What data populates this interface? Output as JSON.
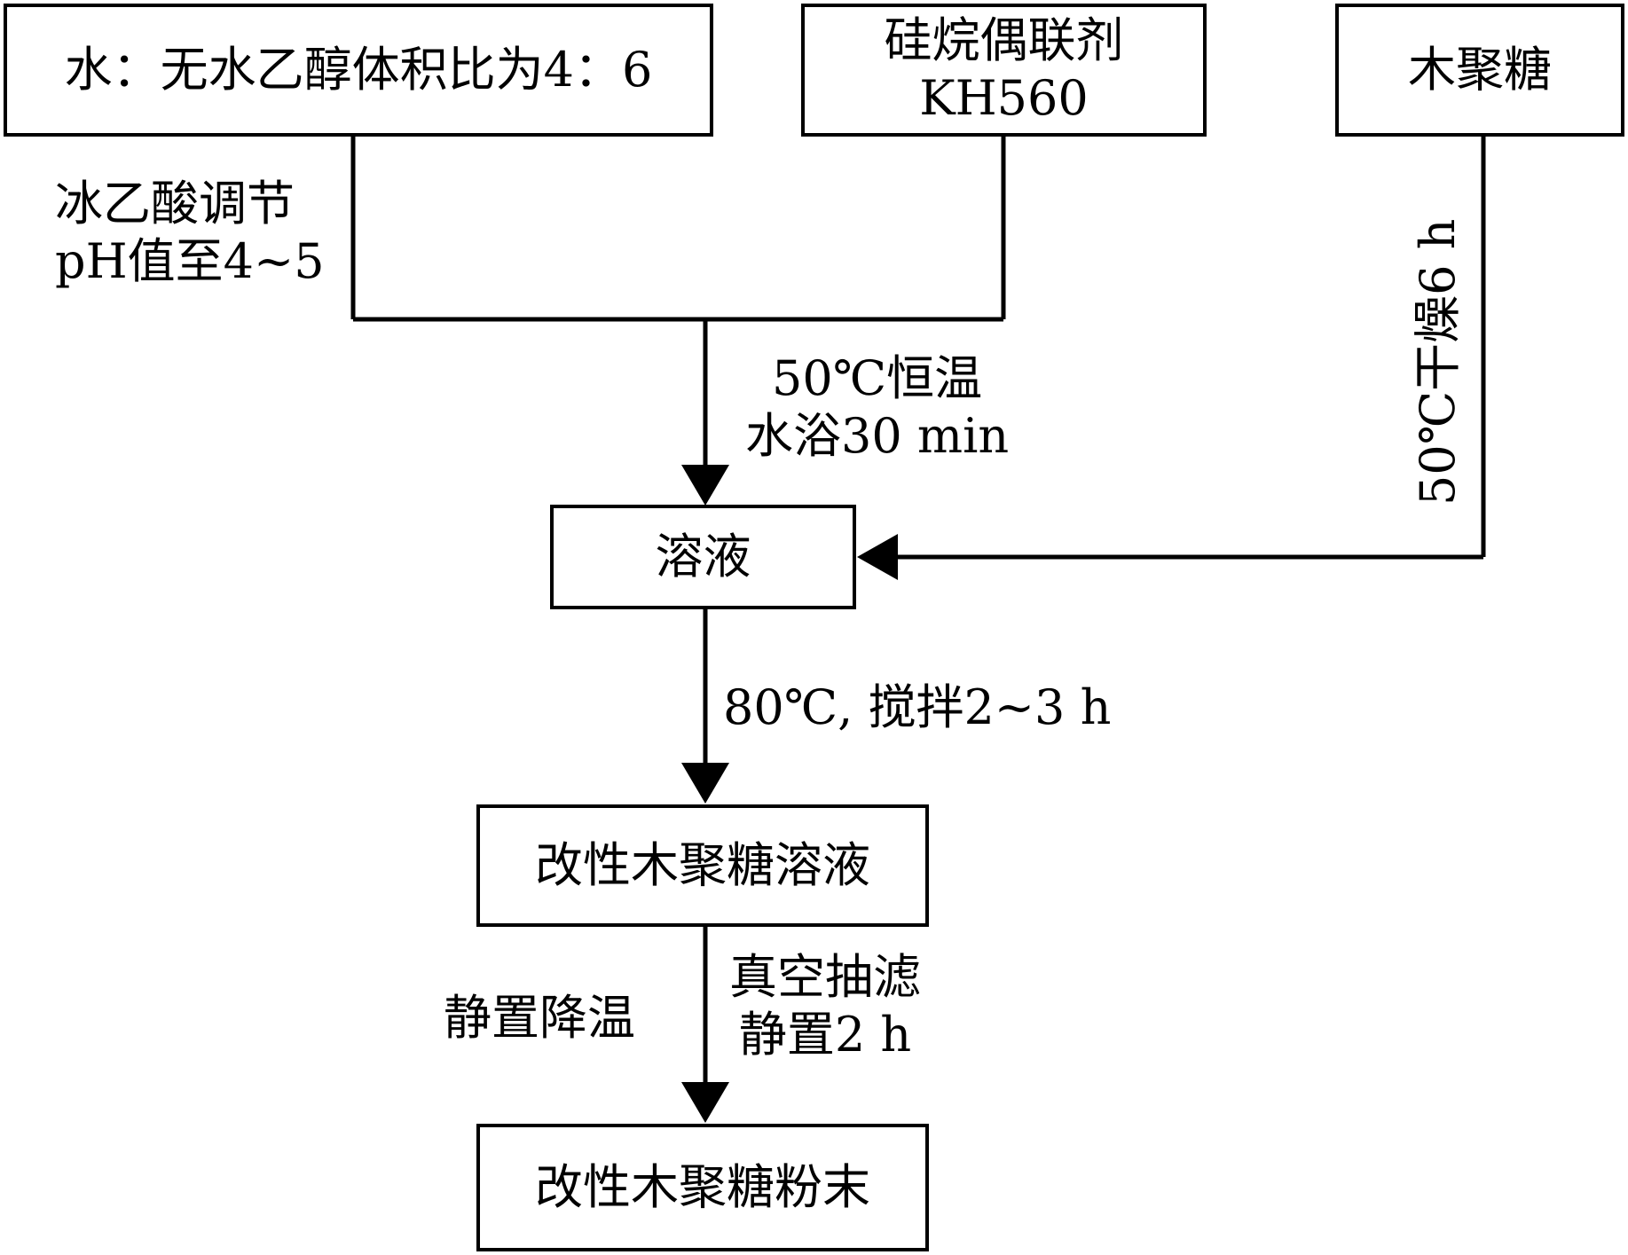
{
  "nodes": {
    "water_ethanol": "水：无水乙醇体积比为4：6",
    "silane_line1": "硅烷偶联剂",
    "silane_line2": "KH560",
    "xylan": "木聚糖",
    "solution": "溶液",
    "modified_solution": "改性木聚糖溶液",
    "modified_powder": "改性木聚糖粉末"
  },
  "edge_labels": {
    "acetic_line1": "冰乙酸调节",
    "acetic_line2": "pH值至4~5",
    "bath_line1": "50℃恒温",
    "bath_line2": "水浴30 min",
    "dry": "50℃干燥6 h",
    "stir": "80℃, 搅拌2~3 h",
    "cool": "静置降温",
    "filter_line1": "真空抽滤",
    "filter_line2": "静置2 h"
  }
}
